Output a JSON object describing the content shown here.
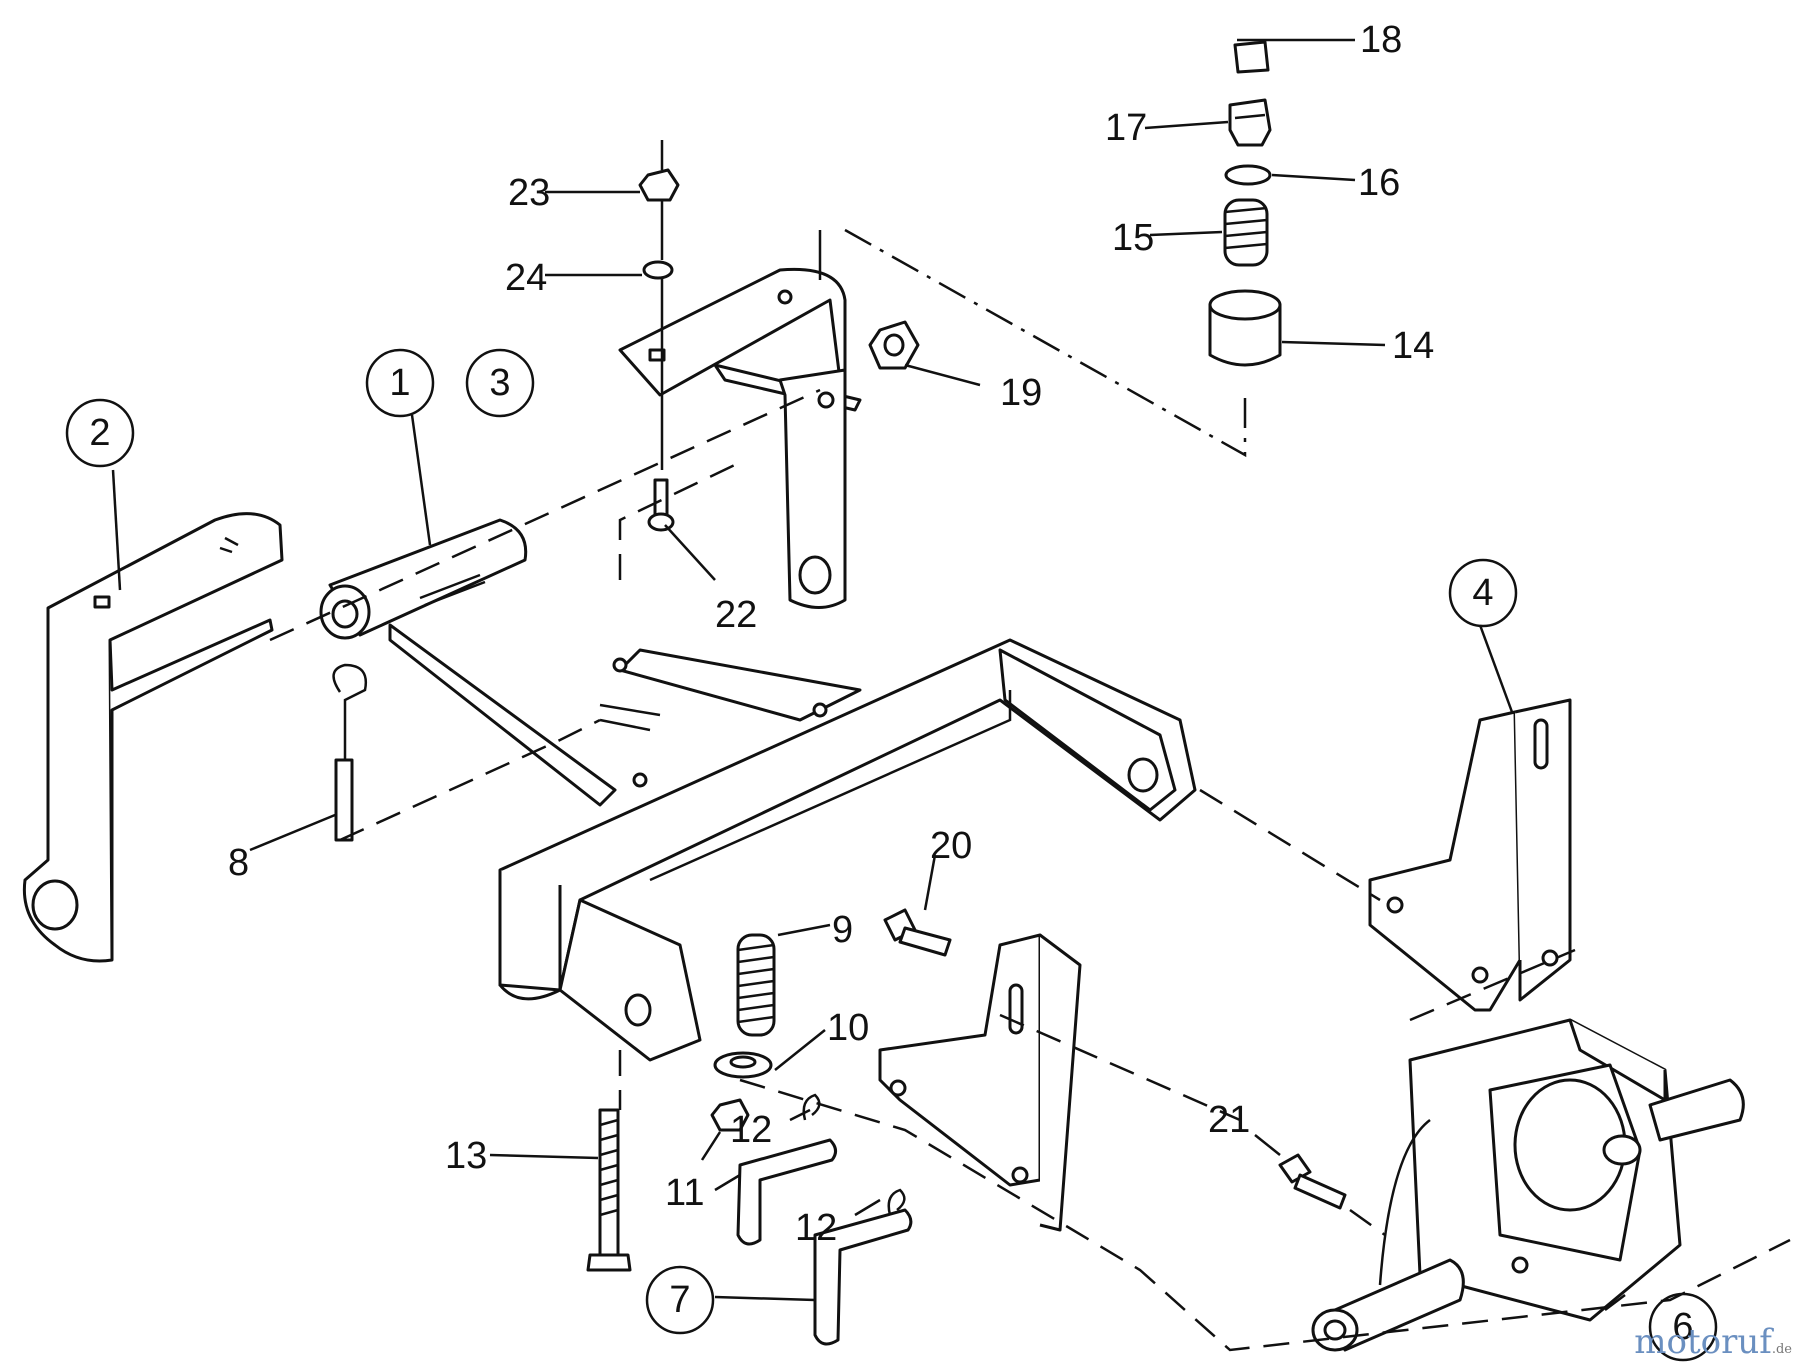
{
  "circle_labels": [
    "1",
    "2",
    "3",
    "4",
    "6",
    "7"
  ],
  "part_labels": [
    "8",
    "9",
    "10",
    "11",
    "12",
    "12",
    "13",
    "14",
    "15",
    "16",
    "17",
    "18",
    "19",
    "20",
    "21",
    "22",
    "23",
    "24"
  ],
  "watermark": {
    "brand": "motoruf",
    "suffix": ".de"
  }
}
